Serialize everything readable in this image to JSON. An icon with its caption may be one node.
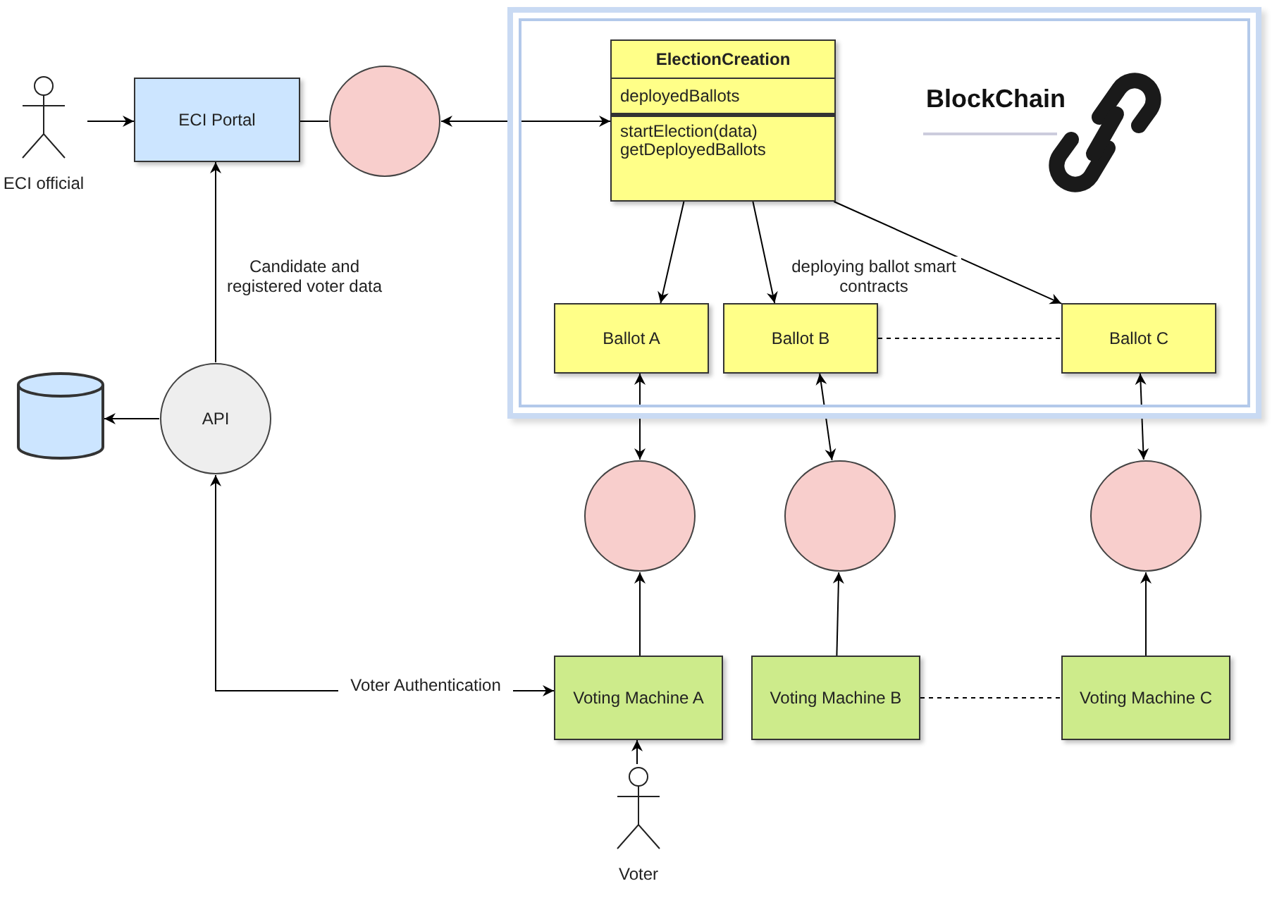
{
  "diagram": {
    "nodes": [
      {
        "text": [
          "ECI official"
        ]
      },
      {
        "text": [
          "ECI Portal"
        ]
      },
      {
        "text": [],
        "shape": "circle"
      },
      {
        "text": [
          "BlockChain"
        ]
      },
      {
        "text": [
          "ElectionCreation",
          "deployedBallots",
          "startElection(data)",
          "getDeployedBallots"
        ],
        "in": 3
      },
      {
        "text": [
          "Ballot A"
        ],
        "in": 3
      },
      {
        "text": [
          "Ballot B"
        ],
        "in": 3
      },
      {
        "text": [
          "Ballot C"
        ],
        "in": 3
      },
      {
        "text": [
          "API"
        ]
      },
      {
        "text": [],
        "shape": "cylinder"
      },
      {
        "text": [],
        "shape": "circle"
      },
      {
        "text": [],
        "shape": "circle"
      },
      {
        "text": [],
        "shape": "circle"
      },
      {
        "text": [
          "Voting Machine A"
        ]
      },
      {
        "text": [
          "Voting Machine B"
        ]
      },
      {
        "text": [
          "Voting Machine C"
        ]
      },
      {
        "text": [
          "Voter"
        ]
      }
    ],
    "edges": [
      {
        "from": 0,
        "to": 1,
        "arrow": "to"
      },
      {
        "from": 1,
        "to": 2,
        "arrow": "none"
      },
      {
        "from": 2,
        "to": 4,
        "arrow": "both"
      },
      {
        "from": 4,
        "to": 5,
        "arrow": "to"
      },
      {
        "from": 4,
        "to": 6,
        "arrow": "to",
        "label": "deploying ballot smart contracts"
      },
      {
        "from": 4,
        "to": 7,
        "arrow": "to"
      },
      {
        "from": 6,
        "to": 7,
        "arrow": "none",
        "style": "dashed"
      },
      {
        "from": 5,
        "to": 10,
        "arrow": "both"
      },
      {
        "from": 6,
        "to": 11,
        "arrow": "both"
      },
      {
        "from": 7,
        "to": 12,
        "arrow": "both"
      },
      {
        "from": 13,
        "to": 10,
        "arrow": "to"
      },
      {
        "from": 14,
        "to": 11,
        "arrow": "to"
      },
      {
        "from": 15,
        "to": 12,
        "arrow": "to"
      },
      {
        "from": 14,
        "to": 15,
        "arrow": "none",
        "style": "dashed"
      },
      {
        "from": 8,
        "to": 1,
        "arrow": "to",
        "label": "Candidate and registered voter data"
      },
      {
        "from": 8,
        "to": 9,
        "arrow": "to"
      },
      {
        "from": 13,
        "to": 8,
        "arrow": "both",
        "label": "Voter Authentication"
      },
      {
        "from": 16,
        "to": 13,
        "arrow": "to"
      }
    ]
  }
}
